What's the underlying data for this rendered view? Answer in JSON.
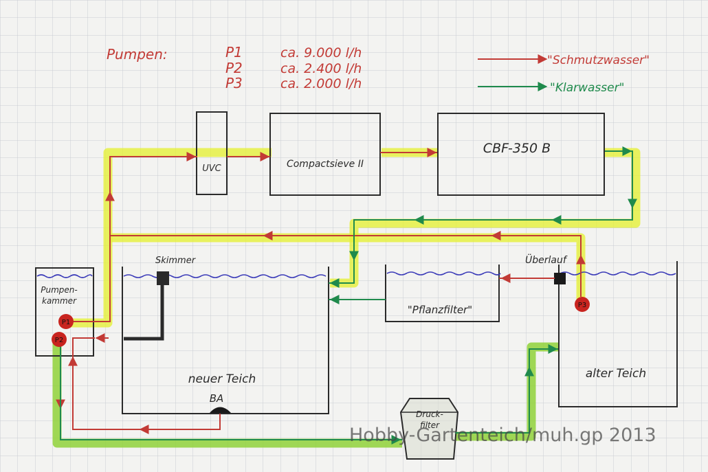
{
  "legend": {
    "pumps_label": "Pumpen:",
    "pumps": [
      {
        "id": "P1",
        "flow": "ca. 9.000 l/h"
      },
      {
        "id": "P2",
        "flow": "ca. 2.400 l/h"
      },
      {
        "id": "P3",
        "flow": "ca. 2.000 l/h"
      }
    ],
    "dirty_water": "\"Schmutzwasser\"",
    "clear_water": "\"Klarwasser\""
  },
  "components": {
    "uvc": "UVC",
    "compact_sieve": "Compactsieve II",
    "cbf": "CBF-350 B",
    "pump_chamber": [
      "Pumpen-",
      "kammer"
    ],
    "skimmer": "Skimmer",
    "new_pond": "neuer Teich",
    "bottom_drain": "BA",
    "plant_filter": "\"Pflanzfilter\"",
    "overflow": "Überlauf",
    "old_pond": "alter Teich",
    "pressure_filter": [
      "Druck-",
      "filter"
    ]
  },
  "pump_markers": [
    "P1",
    "P2",
    "P3"
  ],
  "colors": {
    "dirty": "#c23a35",
    "clear": "#1f8a4c",
    "highlight_yellow": "#e5f03a",
    "highlight_green": "#8fd13a",
    "water": "#3a3ab8"
  },
  "watermark": "Hobby-Gartenteich/muh.gp 2013"
}
